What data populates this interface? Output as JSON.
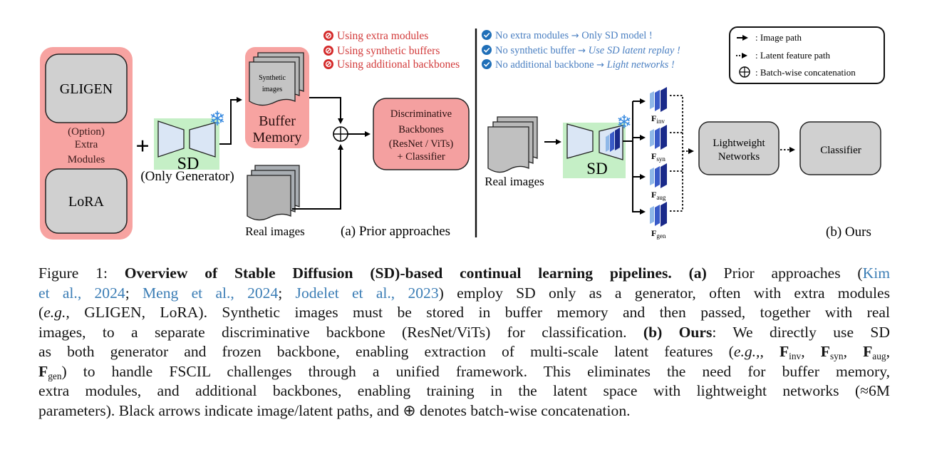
{
  "figure": {
    "prior": {
      "modules_box": {
        "top_label": "GLIGEN",
        "middle_lines": [
          "(Option)",
          "Extra",
          "Modules"
        ],
        "bottom_label": "LoRA"
      },
      "plus_symbol": "+",
      "sd_label": "SD",
      "sd_sublabel": "(Only Generator)",
      "buffer": {
        "stack_lines": [
          "Synthetic",
          "images"
        ],
        "label_lines": [
          "Buffer",
          "Memory"
        ]
      },
      "real_images_label": "Real images",
      "backbone_lines": [
        "Discriminative",
        "Backbones",
        "(ResNet / ViTs)",
        "+ Classifier"
      ],
      "drawbacks": [
        "Using extra modules",
        "Using synthetic buffers",
        "Using additional backbones"
      ],
      "panel_label": "(a) Prior approaches"
    },
    "ours": {
      "benefits": [
        {
          "plain": "No extra modules",
          "arrow": "→",
          "result": "Only SD model !",
          "result_italic": false
        },
        {
          "plain": "No synthetic buffer",
          "arrow": "→",
          "result": "Use SD latent replay !",
          "result_italic": true
        },
        {
          "plain": "No additional backbone",
          "arrow": "→",
          "result": "Light networks !",
          "result_italic": true
        }
      ],
      "real_images_label": "Real images",
      "sd_label": "SD",
      "features": [
        {
          "base": "F",
          "sub": "inv"
        },
        {
          "base": "F",
          "sub": "syn"
        },
        {
          "base": "F",
          "sub": "aug"
        },
        {
          "base": "F",
          "sub": "gen"
        }
      ],
      "lightweight_lines": [
        "Lightweight",
        "Networks"
      ],
      "classifier_label": "Classifier",
      "panel_label": "(b) Ours"
    },
    "legend": [
      {
        "icon": "solid-arrow-icon",
        "label": ": Image path"
      },
      {
        "icon": "dotted-arrow-icon",
        "label": ": Latent feature path"
      },
      {
        "icon": "oplus-icon",
        "label": ": Batch-wise concatenation"
      }
    ],
    "colors": {
      "red_box": "#f7a3a1",
      "gray_box": "#d0d0d0",
      "green_box": "#c5efc6",
      "sd_block": "#dae6f5",
      "drawback_text": "#d23a3a",
      "benefit_text": "#4a7fc1",
      "citation": "#3b7db5",
      "feature_dark": "#1a2a8a",
      "feature_mid": "#3a5bc8",
      "feature_light": "#8fb8e8"
    }
  },
  "caption": {
    "lines": [
      [
        {
          "t": "Figure 1: "
        },
        {
          "t": "Overview of Stable Diffusion (SD)-based continual learning pipelines.",
          "b": true
        },
        {
          "t": " "
        },
        {
          "t": "(a)",
          "b": true
        },
        {
          "t": " Prior approaches ("
        },
        {
          "t": "Kim",
          "c": true
        }
      ],
      [
        {
          "t": "et al., 2024",
          "c": true
        },
        {
          "t": "; "
        },
        {
          "t": "Meng et al., 2024",
          "c": true
        },
        {
          "t": "; "
        },
        {
          "t": "Jodelet et al., 2023",
          "c": true
        },
        {
          "t": ") employ SD only as a generator, often with extra modules"
        }
      ],
      [
        {
          "t": "("
        },
        {
          "t": "e.g.,",
          "i": true
        },
        {
          "t": " GLIGEN, LoRA). Synthetic images must be stored in buffer memory and then passed, together with real"
        }
      ],
      [
        {
          "t": "images, to a separate discriminative backbone (ResNet/ViTs) for classification. "
        },
        {
          "t": "(b) Ours",
          "b": true
        },
        {
          "t": ": We directly use SD"
        }
      ],
      [
        {
          "t": "as both generator and frozen backbone, enabling extraction of multi-scale latent features ("
        },
        {
          "t": "e.g.,",
          "i": true
        },
        {
          "t": ", "
        },
        {
          "t": "F",
          "b": true
        },
        {
          "t": "inv",
          "s": true
        },
        {
          "t": ", "
        },
        {
          "t": "F",
          "b": true
        },
        {
          "t": "syn",
          "s": true
        },
        {
          "t": ", "
        },
        {
          "t": "F",
          "b": true
        },
        {
          "t": "aug",
          "s": true
        },
        {
          "t": ","
        }
      ],
      [
        {
          "t": "F",
          "b": true
        },
        {
          "t": "gen",
          "s": true
        },
        {
          "t": ") to handle FSCIL challenges through a unified framework. This eliminates the need for buffer memory,"
        }
      ],
      [
        {
          "t": "extra modules, and additional backbones, enabling training in the latent space with lightweight networks (≈6M"
        }
      ],
      [
        {
          "t": "parameters). Black arrows indicate image/latent paths, and ⊕ denotes batch-wise concatenation."
        }
      ]
    ]
  }
}
